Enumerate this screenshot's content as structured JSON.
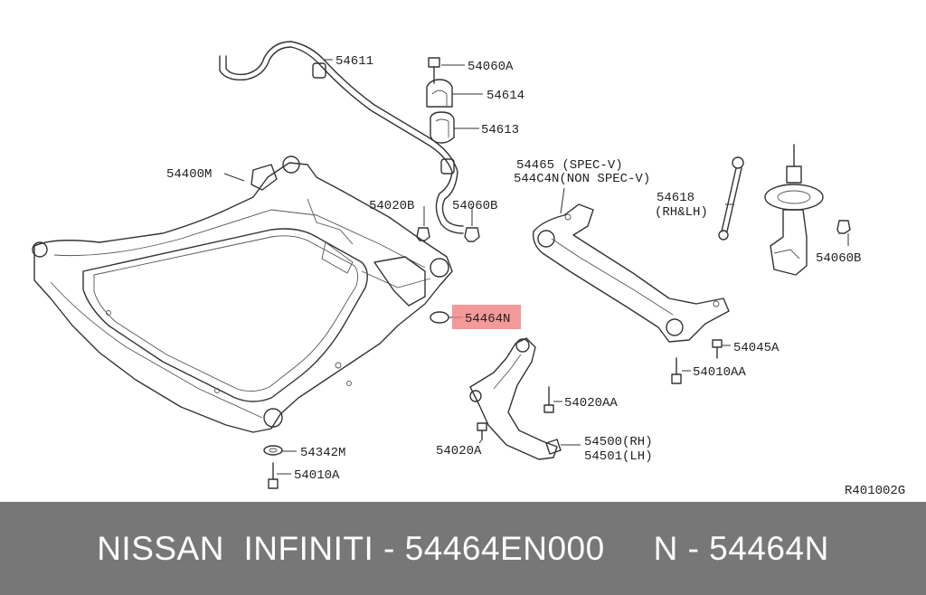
{
  "diagram": {
    "labels": {
      "p54611": "54611",
      "p54060A": "54060A",
      "p54614": "54614",
      "p54613": "54613",
      "p54400M": "54400M",
      "p54020B": "54020B",
      "p54060B_left": "54060B",
      "p54465": "54465 (SPEC-V)",
      "p544C4N": "544C4N(NON SPEC-V)",
      "p54618": "54618",
      "p54618_side": "(RH&LH)",
      "p54060B_right": "54060B",
      "p54464N": "54464N",
      "p54045A": "54045A",
      "p54010AA": "54010AA",
      "p54020AA": "54020AA",
      "p54500": "54500(RH)",
      "p54501": "54501(LH)",
      "p54020A": "54020A",
      "p54342M": "54342M",
      "p54010A": "54010A",
      "ref_code": "R401002G"
    },
    "highlight_color": "#f08080"
  },
  "footer": {
    "text": "NISSAN  INFINITI - 54464EN000     N - 54464N",
    "background": "#777777"
  }
}
